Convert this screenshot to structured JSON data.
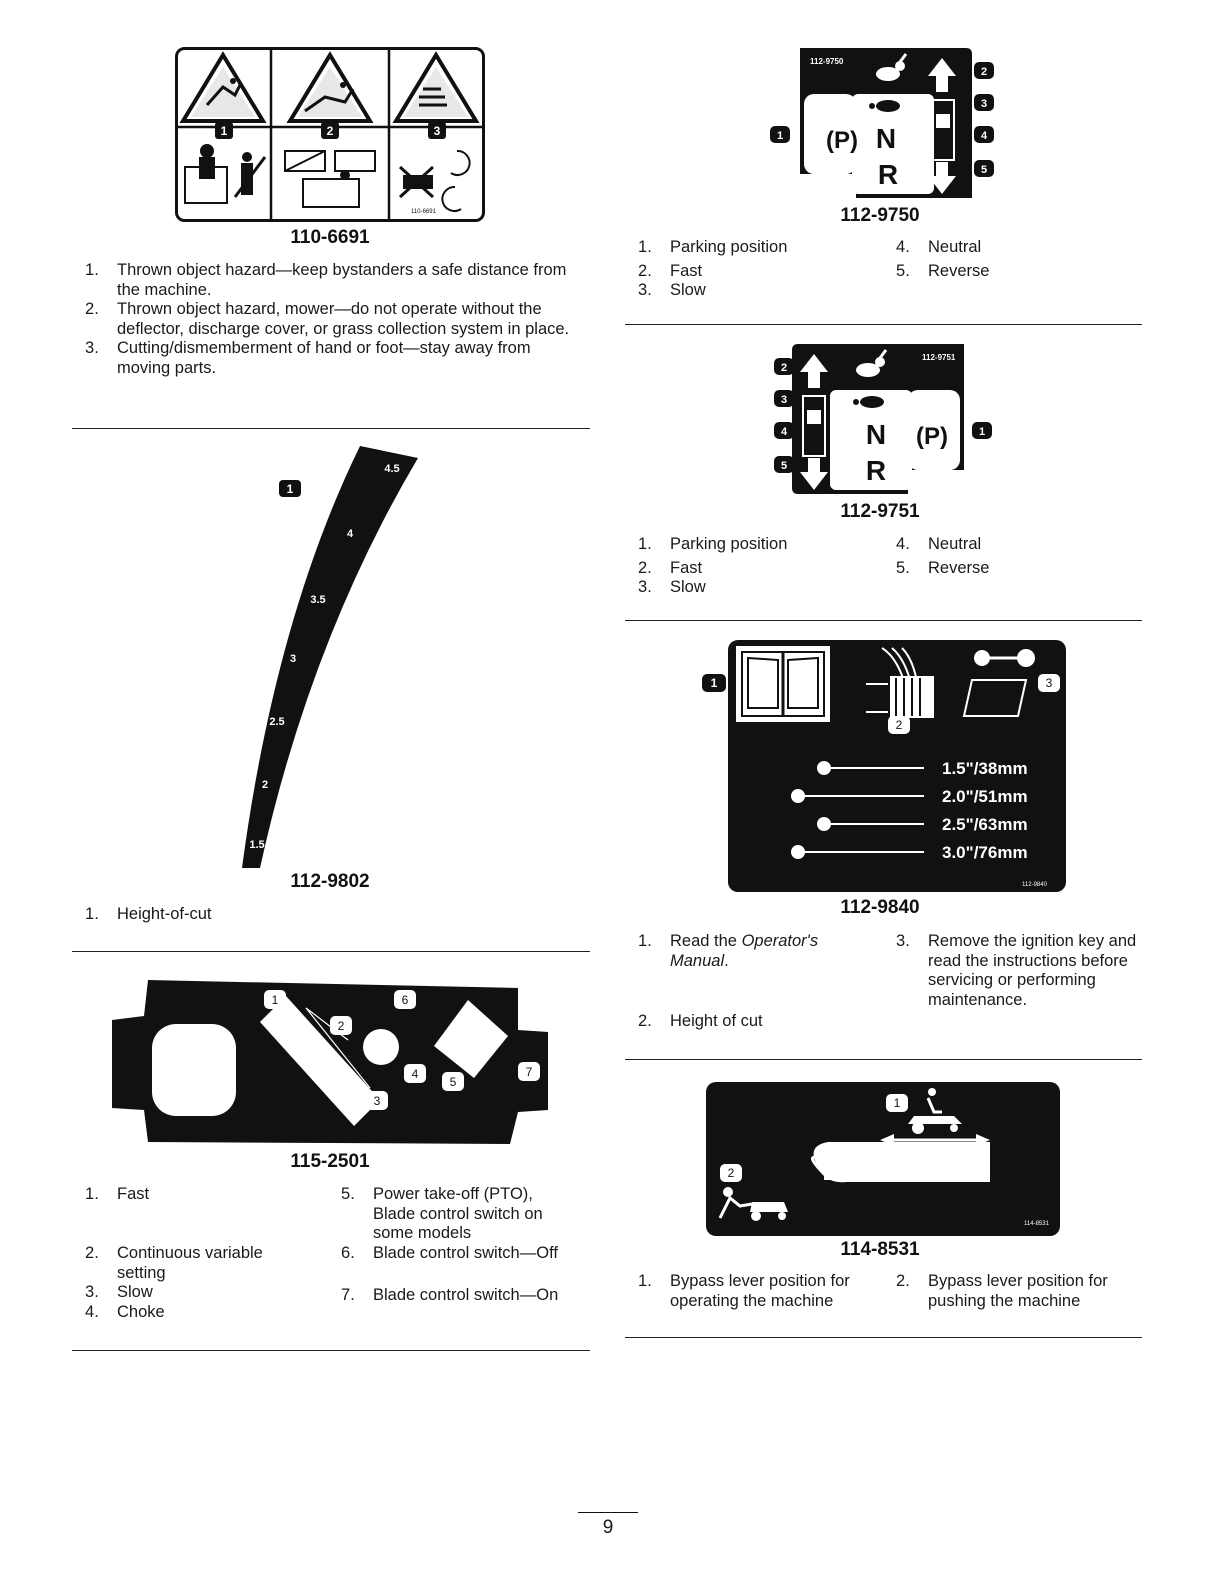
{
  "left_column": {
    "decal_110_6691": {
      "id": "110-6691",
      "small_code": "110-6691",
      "callouts": [
        "1",
        "2",
        "3"
      ],
      "items": [
        {
          "num": "1",
          "text": "Thrown object hazard—keep bystanders a safe distance from the machine."
        },
        {
          "num": "2",
          "text": "Thrown object hazard, mower—do not operate without the deflector, discharge cover, or grass collection system in place."
        },
        {
          "num": "3",
          "text": "Cutting/dismemberment of hand or foot—stay away from moving parts."
        }
      ]
    },
    "decal_112_9802": {
      "id": "112-9802",
      "callout": "1",
      "scale_labels": [
        "4.5",
        "4",
        "3.5",
        "3",
        "2.5",
        "2",
        "1.5"
      ],
      "items": [
        {
          "num": "1",
          "text": "Height-of-cut"
        }
      ]
    },
    "decal_115_2501": {
      "id": "115-2501",
      "callouts": [
        "1",
        "2",
        "3",
        "4",
        "5",
        "6",
        "7"
      ],
      "items_col1": [
        {
          "num": "1",
          "text": "Fast"
        },
        {
          "num": "2",
          "text": "Continuous variable setting"
        },
        {
          "num": "3",
          "text": "Slow"
        },
        {
          "num": "4",
          "text": "Choke"
        }
      ],
      "items_col2": [
        {
          "num": "5",
          "text": "Power take-off (PTO), Blade control switch on some models"
        },
        {
          "num": "6",
          "text": "Blade control switch—Off"
        },
        {
          "num": "7",
          "text": "Blade control switch—On"
        }
      ]
    }
  },
  "right_column": {
    "decal_112_9750": {
      "id": "112-9750",
      "small_code": "112-9750",
      "letters": {
        "park": "(P)",
        "neutral": "N",
        "reverse": "R"
      },
      "callouts": [
        "1",
        "2",
        "3",
        "4",
        "5"
      ],
      "items_col1": [
        {
          "num": "1",
          "text": "Parking position"
        },
        {
          "num": "2",
          "text": "Fast"
        },
        {
          "num": "3",
          "text": "Slow"
        }
      ],
      "items_col2": [
        {
          "num": "4",
          "text": "Neutral"
        },
        {
          "num": "5",
          "text": "Reverse"
        }
      ]
    },
    "decal_112_9751": {
      "id": "112-9751",
      "small_code": "112-9751",
      "letters": {
        "park": "(P)",
        "neutral": "N",
        "reverse": "R"
      },
      "callouts": [
        "1",
        "2",
        "3",
        "4",
        "5"
      ],
      "items_col1": [
        {
          "num": "1",
          "text": "Parking position"
        },
        {
          "num": "2",
          "text": "Fast"
        },
        {
          "num": "3",
          "text": "Slow"
        }
      ],
      "items_col2": [
        {
          "num": "4",
          "text": "Neutral"
        },
        {
          "num": "5",
          "text": "Reverse"
        }
      ]
    },
    "decal_112_9840": {
      "id": "112-9840",
      "small_code": "112-9840",
      "callouts": [
        "1",
        "2",
        "3"
      ],
      "heights": [
        "1.5\"/38mm",
        "2.0\"/51mm",
        "2.5\"/63mm",
        "3.0\"/76mm"
      ],
      "item1_prefix": "Read the ",
      "item1_italic": "Operator's Manual",
      "item1_suffix": ".",
      "item1_num": "1",
      "item2": {
        "num": "2",
        "text": "Height of cut"
      },
      "item3": {
        "num": "3",
        "text": "Remove the ignition key and read the instructions before servicing or performing maintenance."
      }
    },
    "decal_114_8531": {
      "id": "114-8531",
      "small_code": "114-8531",
      "callouts": [
        "1",
        "2"
      ],
      "items_col1": [
        {
          "num": "1",
          "text": "Bypass lever position for operating the machine"
        }
      ],
      "items_col2": [
        {
          "num": "2",
          "text": "Bypass lever position for pushing the machine"
        }
      ]
    }
  },
  "footer": {
    "page_number": "9"
  }
}
